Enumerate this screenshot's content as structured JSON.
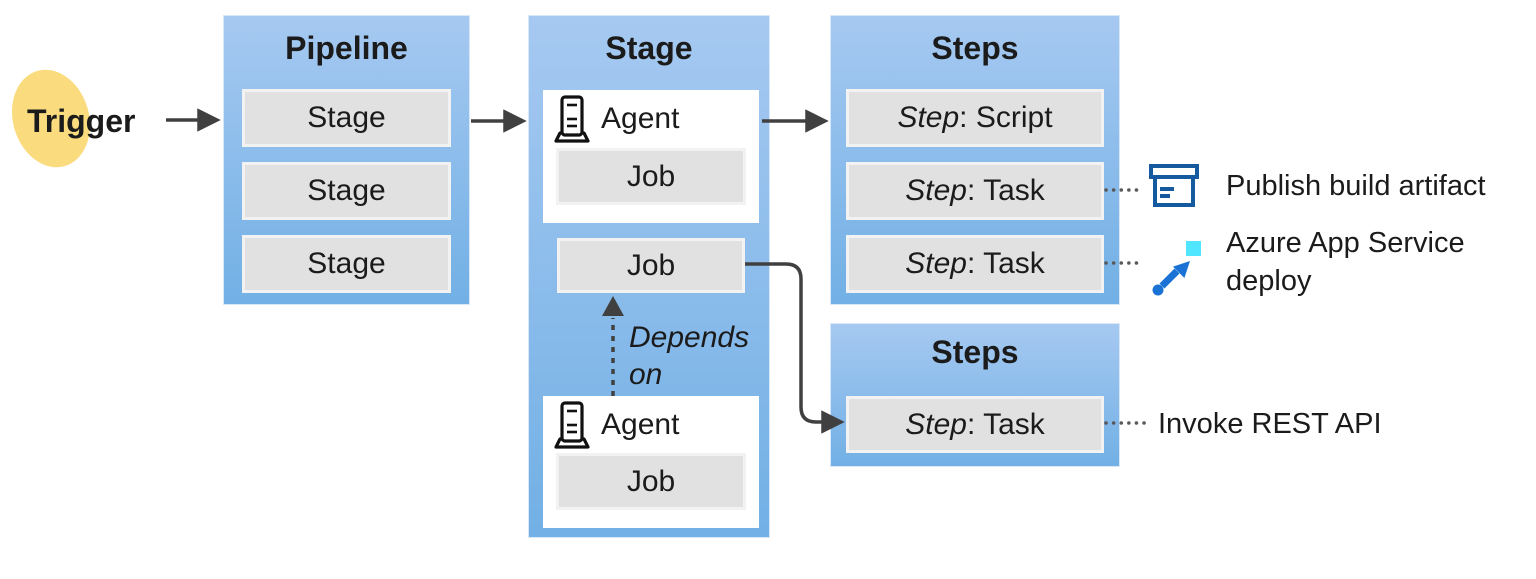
{
  "trigger": {
    "label": "Trigger"
  },
  "pipeline": {
    "title": "Pipeline",
    "stages": [
      {
        "label": "Stage"
      },
      {
        "label": "Stage"
      },
      {
        "label": "Stage"
      }
    ]
  },
  "stage": {
    "title": "Stage",
    "agent_top": {
      "label": "Agent",
      "job_label": "Job"
    },
    "standalone_job_label": "Job",
    "depends_on_label": "Depends on",
    "agent_bottom": {
      "label": "Agent",
      "job_label": "Job"
    }
  },
  "steps_top": {
    "title": "Steps",
    "rows": [
      {
        "prefix": "Step",
        "rest": ": Script"
      },
      {
        "prefix": "Step",
        "rest": ": Task"
      },
      {
        "prefix": "Step",
        "rest": ": Task"
      }
    ]
  },
  "steps_bottom": {
    "title": "Steps",
    "rows": [
      {
        "prefix": "Step",
        "rest": ": Task"
      }
    ]
  },
  "annotations": {
    "publish": {
      "icon": "archive-box-icon",
      "label": "Publish build artifact"
    },
    "deploy": {
      "icon": "deploy-arrow-icon",
      "label": "Azure App Service deploy"
    },
    "invoke": {
      "icon": "none",
      "label": "Invoke REST API"
    }
  },
  "colors": {
    "panel_top": "#a6c9f1",
    "panel_bottom": "#72b0e5",
    "panel_edge": "#d9e8f9",
    "row_fill": "#e1e1e1",
    "row_border": "#f2f2f2",
    "text": "#1b1b1b",
    "arrow": "#404040",
    "dotted": "#595959",
    "blob": "#fadb7e",
    "archive_blue": "#15599f",
    "deploy_blue": "#1a73d4",
    "deploy_cyan": "#50e6ff"
  }
}
